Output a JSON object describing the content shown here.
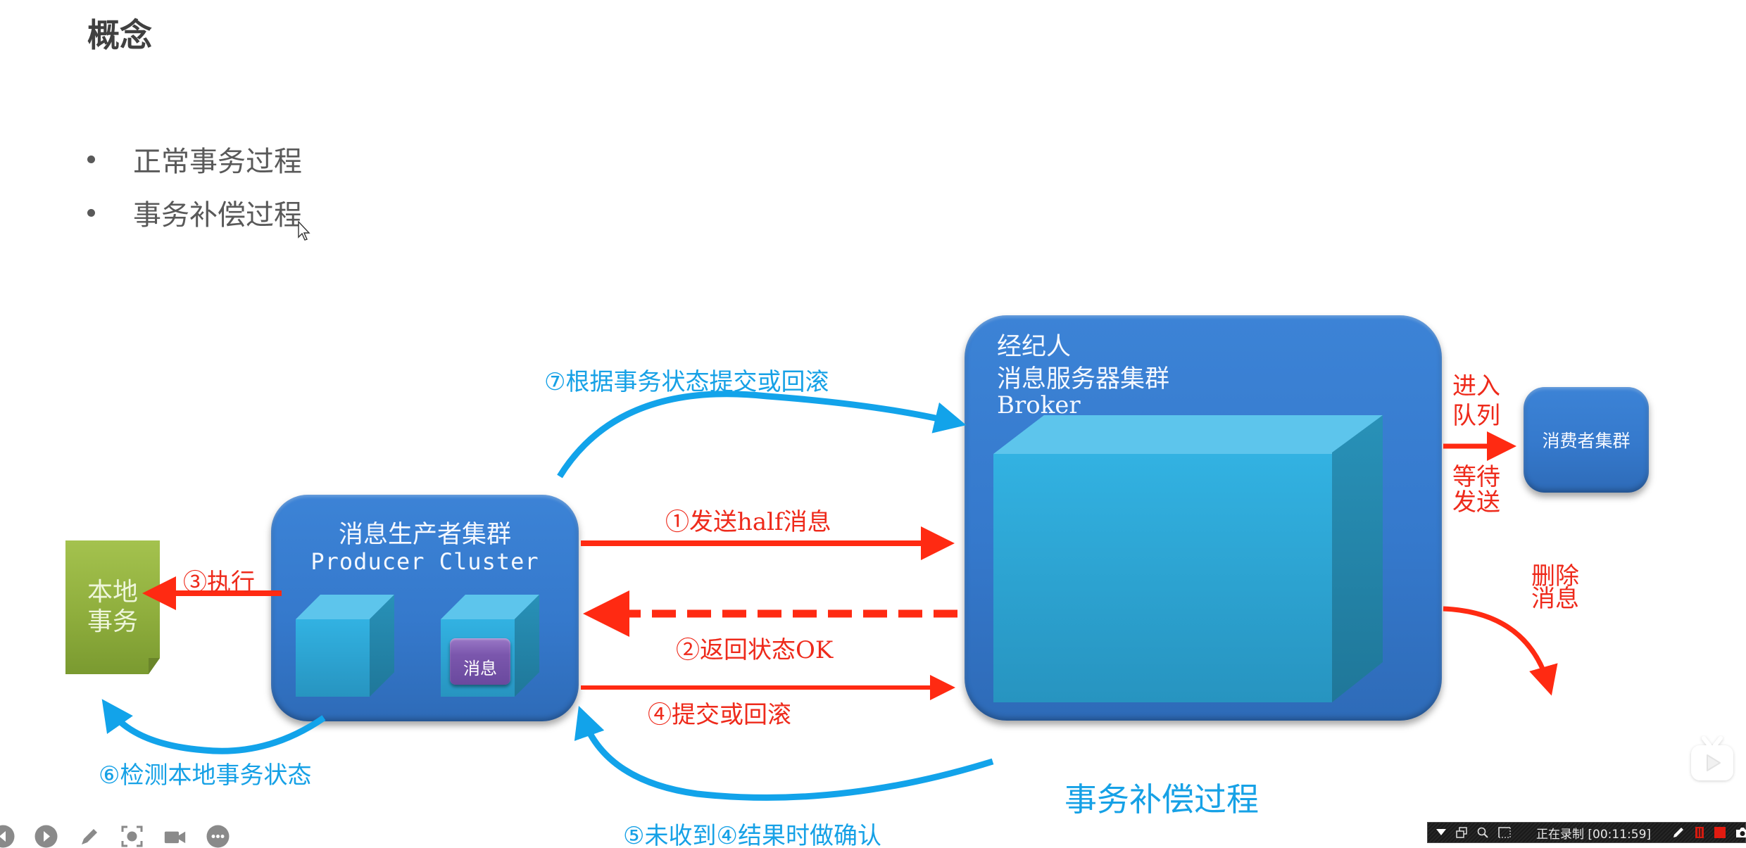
{
  "slide": {
    "title": "概念",
    "bullets": [
      {
        "label": "正常事务过程"
      },
      {
        "label": "事务补偿过程"
      }
    ]
  },
  "diagram": {
    "producer": {
      "title_cn": "消息生产者集群",
      "title_en": "Producer Cluster",
      "message_badge": "消息"
    },
    "broker": {
      "line1": "经纪人",
      "line2": "消息服务器集群",
      "line3": "Broker"
    },
    "consumer": {
      "label": "消费者集群"
    },
    "local_transaction": {
      "label": "本地事务"
    },
    "steps": {
      "step1": "①发送half消息",
      "step2": "②返回状态OK",
      "step3": "③执行",
      "step4": "④提交或回滚",
      "step5": "⑤未收到④结果时做确认",
      "step6": "⑥检测本地事务状态",
      "step7": "⑦根据事务状态提交或回滚"
    },
    "broker_outputs": {
      "enqueue": "进入队列",
      "wait_send": "等待发送",
      "delete_message": "删除消息"
    },
    "caption": "事务补偿过程",
    "colors": {
      "red_arrow": "#ff2a12",
      "blue_arrow": "#12a3ea",
      "box_blue": "#3579cc",
      "cube_cyan": "#32b2e2",
      "note_green": "#8fae3d",
      "badge_purple": "#7b57ad"
    }
  },
  "player_toolbar": {
    "buttons": [
      {
        "icon": "prev-icon"
      },
      {
        "icon": "play-icon"
      },
      {
        "icon": "pen-icon"
      },
      {
        "icon": "screenshot-icon"
      },
      {
        "icon": "camera-icon"
      },
      {
        "icon": "more-icon"
      }
    ]
  },
  "recording_bar": {
    "status": "正在录制",
    "elapsed": "[00:11:59]",
    "status_full": "正在录制 [00:11:59]"
  }
}
